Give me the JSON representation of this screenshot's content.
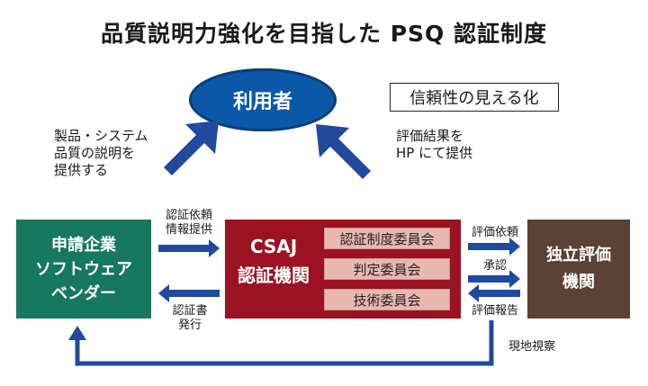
{
  "title": "品質説明力強化を目指した PSQ 認証制度",
  "user": {
    "label": "利用者"
  },
  "trust_box": {
    "label": "信頼性の見える化"
  },
  "left_note": {
    "lines": [
      "製品・システム",
      "品質の説明を",
      "提供する"
    ]
  },
  "right_note": {
    "lines": [
      "評価結果を",
      "HP にて提供"
    ]
  },
  "applicant": {
    "lines": [
      "申請企業",
      "ソフトウェア",
      "ベンダー"
    ]
  },
  "csaj": {
    "lines": [
      "CSAJ",
      "認証機関"
    ],
    "committees": [
      "認証制度委員会",
      "判定委員会",
      "技術委員会"
    ]
  },
  "independent": {
    "lines": [
      "独立評価",
      "機関"
    ]
  },
  "arrows": {
    "cert_request": [
      "認証依頼",
      "情報提供"
    ],
    "cert_issue": [
      "認証書",
      "発行"
    ],
    "eval_request": "評価依頼",
    "approval": "承認",
    "eval_report": "評価報告",
    "site_visit": "現地視察"
  },
  "colors": {
    "user": "#0b58a8",
    "applicant": "#17785f",
    "csaj": "#9b1323",
    "committee": "#e8b7b0",
    "independent": "#5c4234",
    "arrow": "#1f4a9e"
  }
}
